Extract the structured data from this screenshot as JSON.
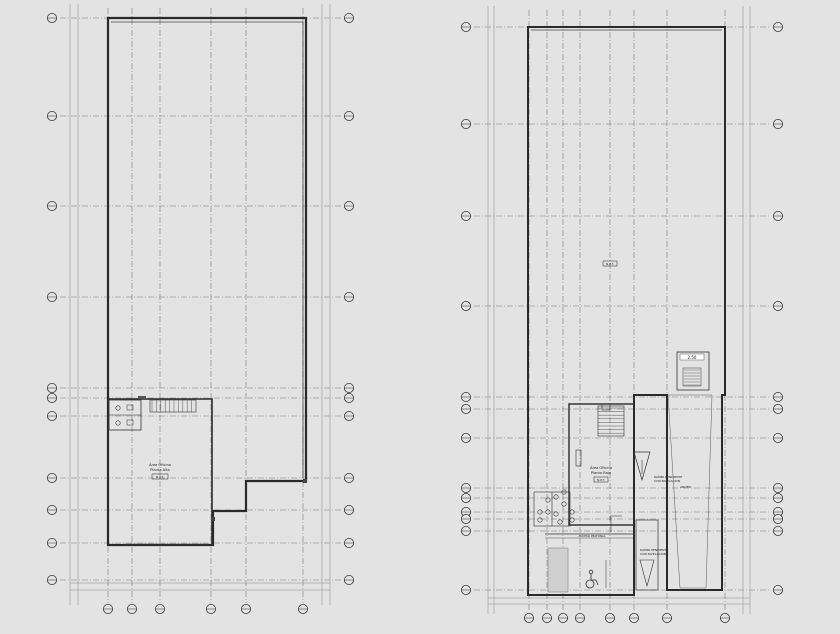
{
  "drawing": {
    "background": "#e3e3e3",
    "line_color": "#2a2a2a",
    "grid_line_color": "#7a7a7a",
    "dim_color": "#8a8a8a",
    "left_plan": {
      "room_label_line1": "Área Oficina",
      "room_label_line2": "Planta Alta",
      "room_label_line3": "N.P.T."
    },
    "right_plan": {
      "center_tag": "N.P.T.",
      "office_label_line1": "Área Oficina",
      "office_label_line2": "Planta Baja",
      "office_label_line3": "N.P.T.",
      "ramp_label_1_line1": "RAMPA PENDIENTE",
      "ramp_label_1_line2": "CON NIVELACIÓN",
      "ramp_label_2_line1": "RAMPA PENDIENTE",
      "ramp_label_2_line2": "CON NIVELACIÓN",
      "patio_label": "ANDÉN",
      "entrance_label": "ACCESO PEATONAL",
      "dim_tag": "2.50"
    }
  }
}
